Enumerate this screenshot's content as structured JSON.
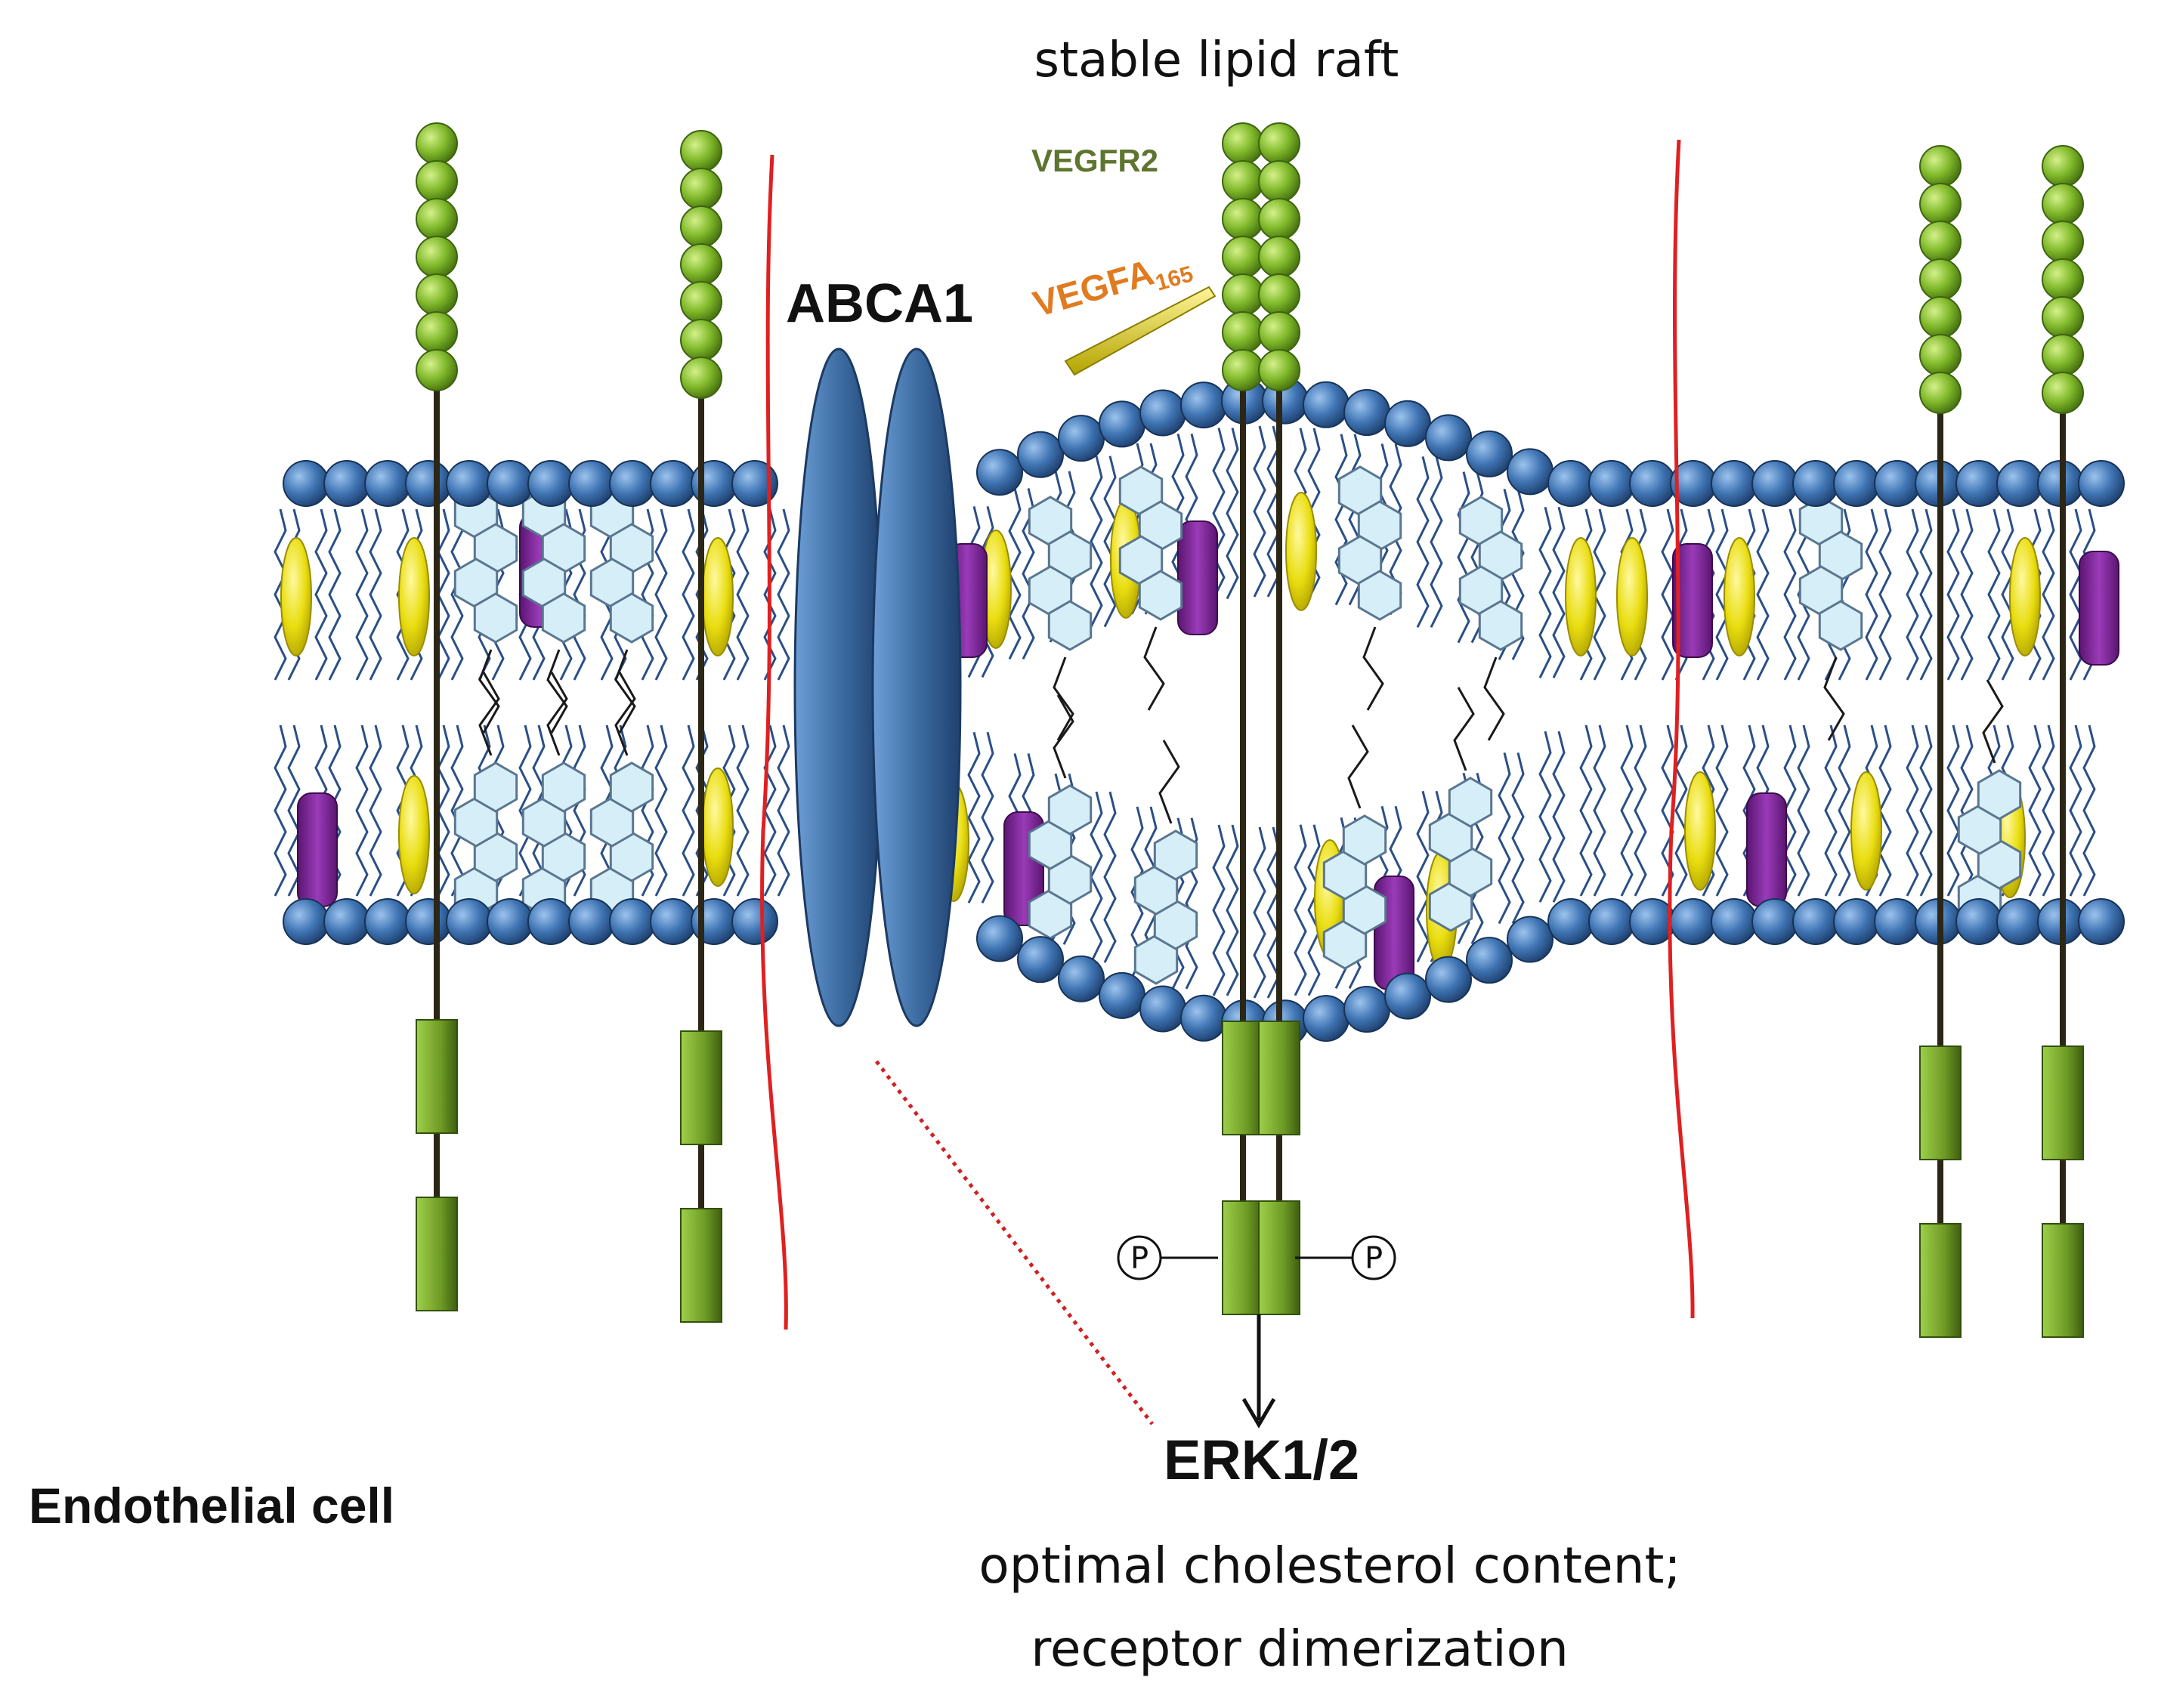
{
  "labels": {
    "raft_title": "stable lipid raft",
    "receptor": "VEGFR2",
    "transporter": "ABCA1",
    "ligand": "VEGFA",
    "ligand_sub": "165",
    "kinase": "ERK1/2",
    "cell": "Endothelial cell",
    "note_line1": "optimal cholesterol content;",
    "note_line2": "receptor dimerization",
    "phospho": "P"
  },
  "colors": {
    "head": "#3f74b3",
    "tail": "#2a4f86",
    "cholesterol_fill": "#d6eef8",
    "cholesterol_edge": "#5a7690",
    "yellow_lipid": "#e9dd10",
    "purple_protein": "#73208c",
    "receptor_bead": "#7fb82a",
    "receptor_box": "#6e9a25",
    "receptor_stalk": "#2c2616",
    "abca1": "#3d6da3",
    "raft_border": "#e02020",
    "ligand": "#e8d617",
    "vegfa_text": "#e07b20",
    "vegfr2_text": "#5e7530"
  }
}
